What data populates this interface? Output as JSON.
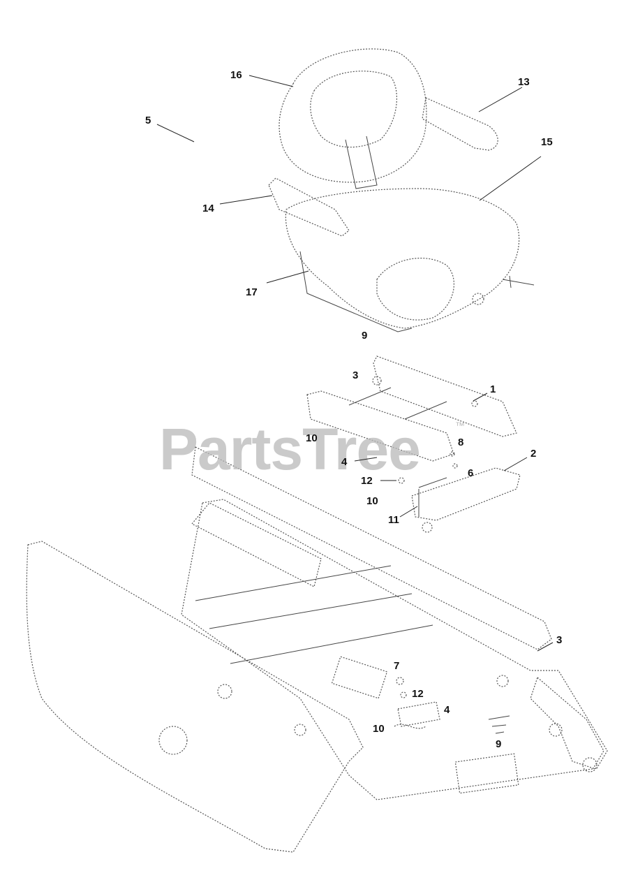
{
  "watermark": {
    "text": "PartsTree",
    "trademark": "™"
  },
  "callouts": {
    "c16": "16",
    "c13": "13",
    "c5": "5",
    "c15": "15",
    "c14": "14",
    "c17": "17",
    "c9a": "9",
    "c3a": "3",
    "c1": "1",
    "c10a": "10",
    "c8": "8",
    "c4a": "4",
    "c2": "2",
    "c6": "6",
    "c12a": "12",
    "c10b": "10",
    "c11": "11",
    "c3b": "3",
    "c7": "7",
    "c12b": "12",
    "c4b": "4",
    "c10c": "10",
    "c9b": "9"
  }
}
